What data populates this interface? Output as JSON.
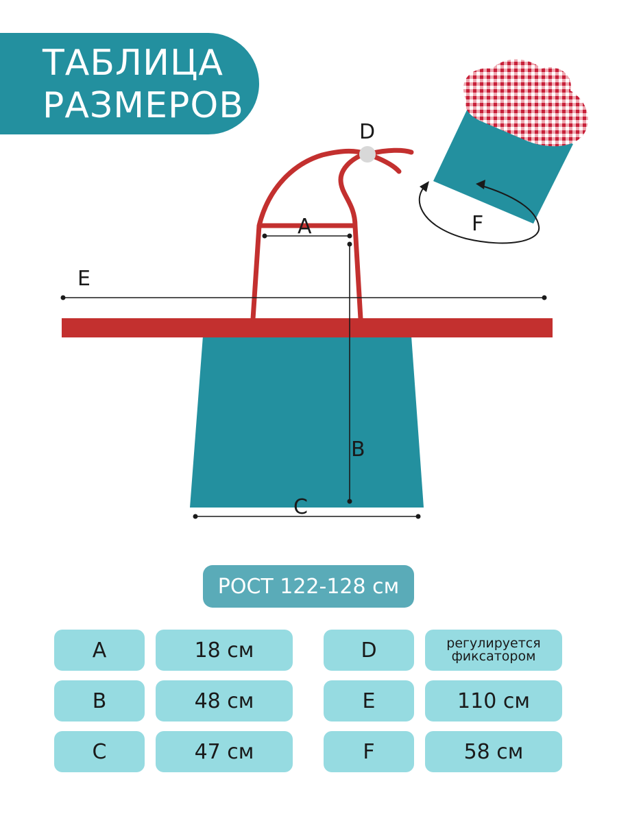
{
  "header": {
    "title_line1": "ТАБЛИЦА",
    "title_line2": "РАЗМЕРОВ"
  },
  "colors": {
    "teal": "#23909f",
    "red": "#c3302f",
    "cell": "#96dbe1",
    "pill": "#5aabb8"
  },
  "diagram_labels": {
    "a": "A",
    "b": "B",
    "c": "C",
    "d": "D",
    "e": "E",
    "f": "F"
  },
  "height_label": "РОСТ 122-128 см",
  "size_table": {
    "left": [
      {
        "key": "A",
        "value": "18 см"
      },
      {
        "key": "B",
        "value": "48 см"
      },
      {
        "key": "C",
        "value": "47 см"
      }
    ],
    "right": [
      {
        "key": "D",
        "value": "регулируется фиксатором"
      },
      {
        "key": "E",
        "value": "110 см"
      },
      {
        "key": "F",
        "value": "58 см"
      }
    ]
  }
}
